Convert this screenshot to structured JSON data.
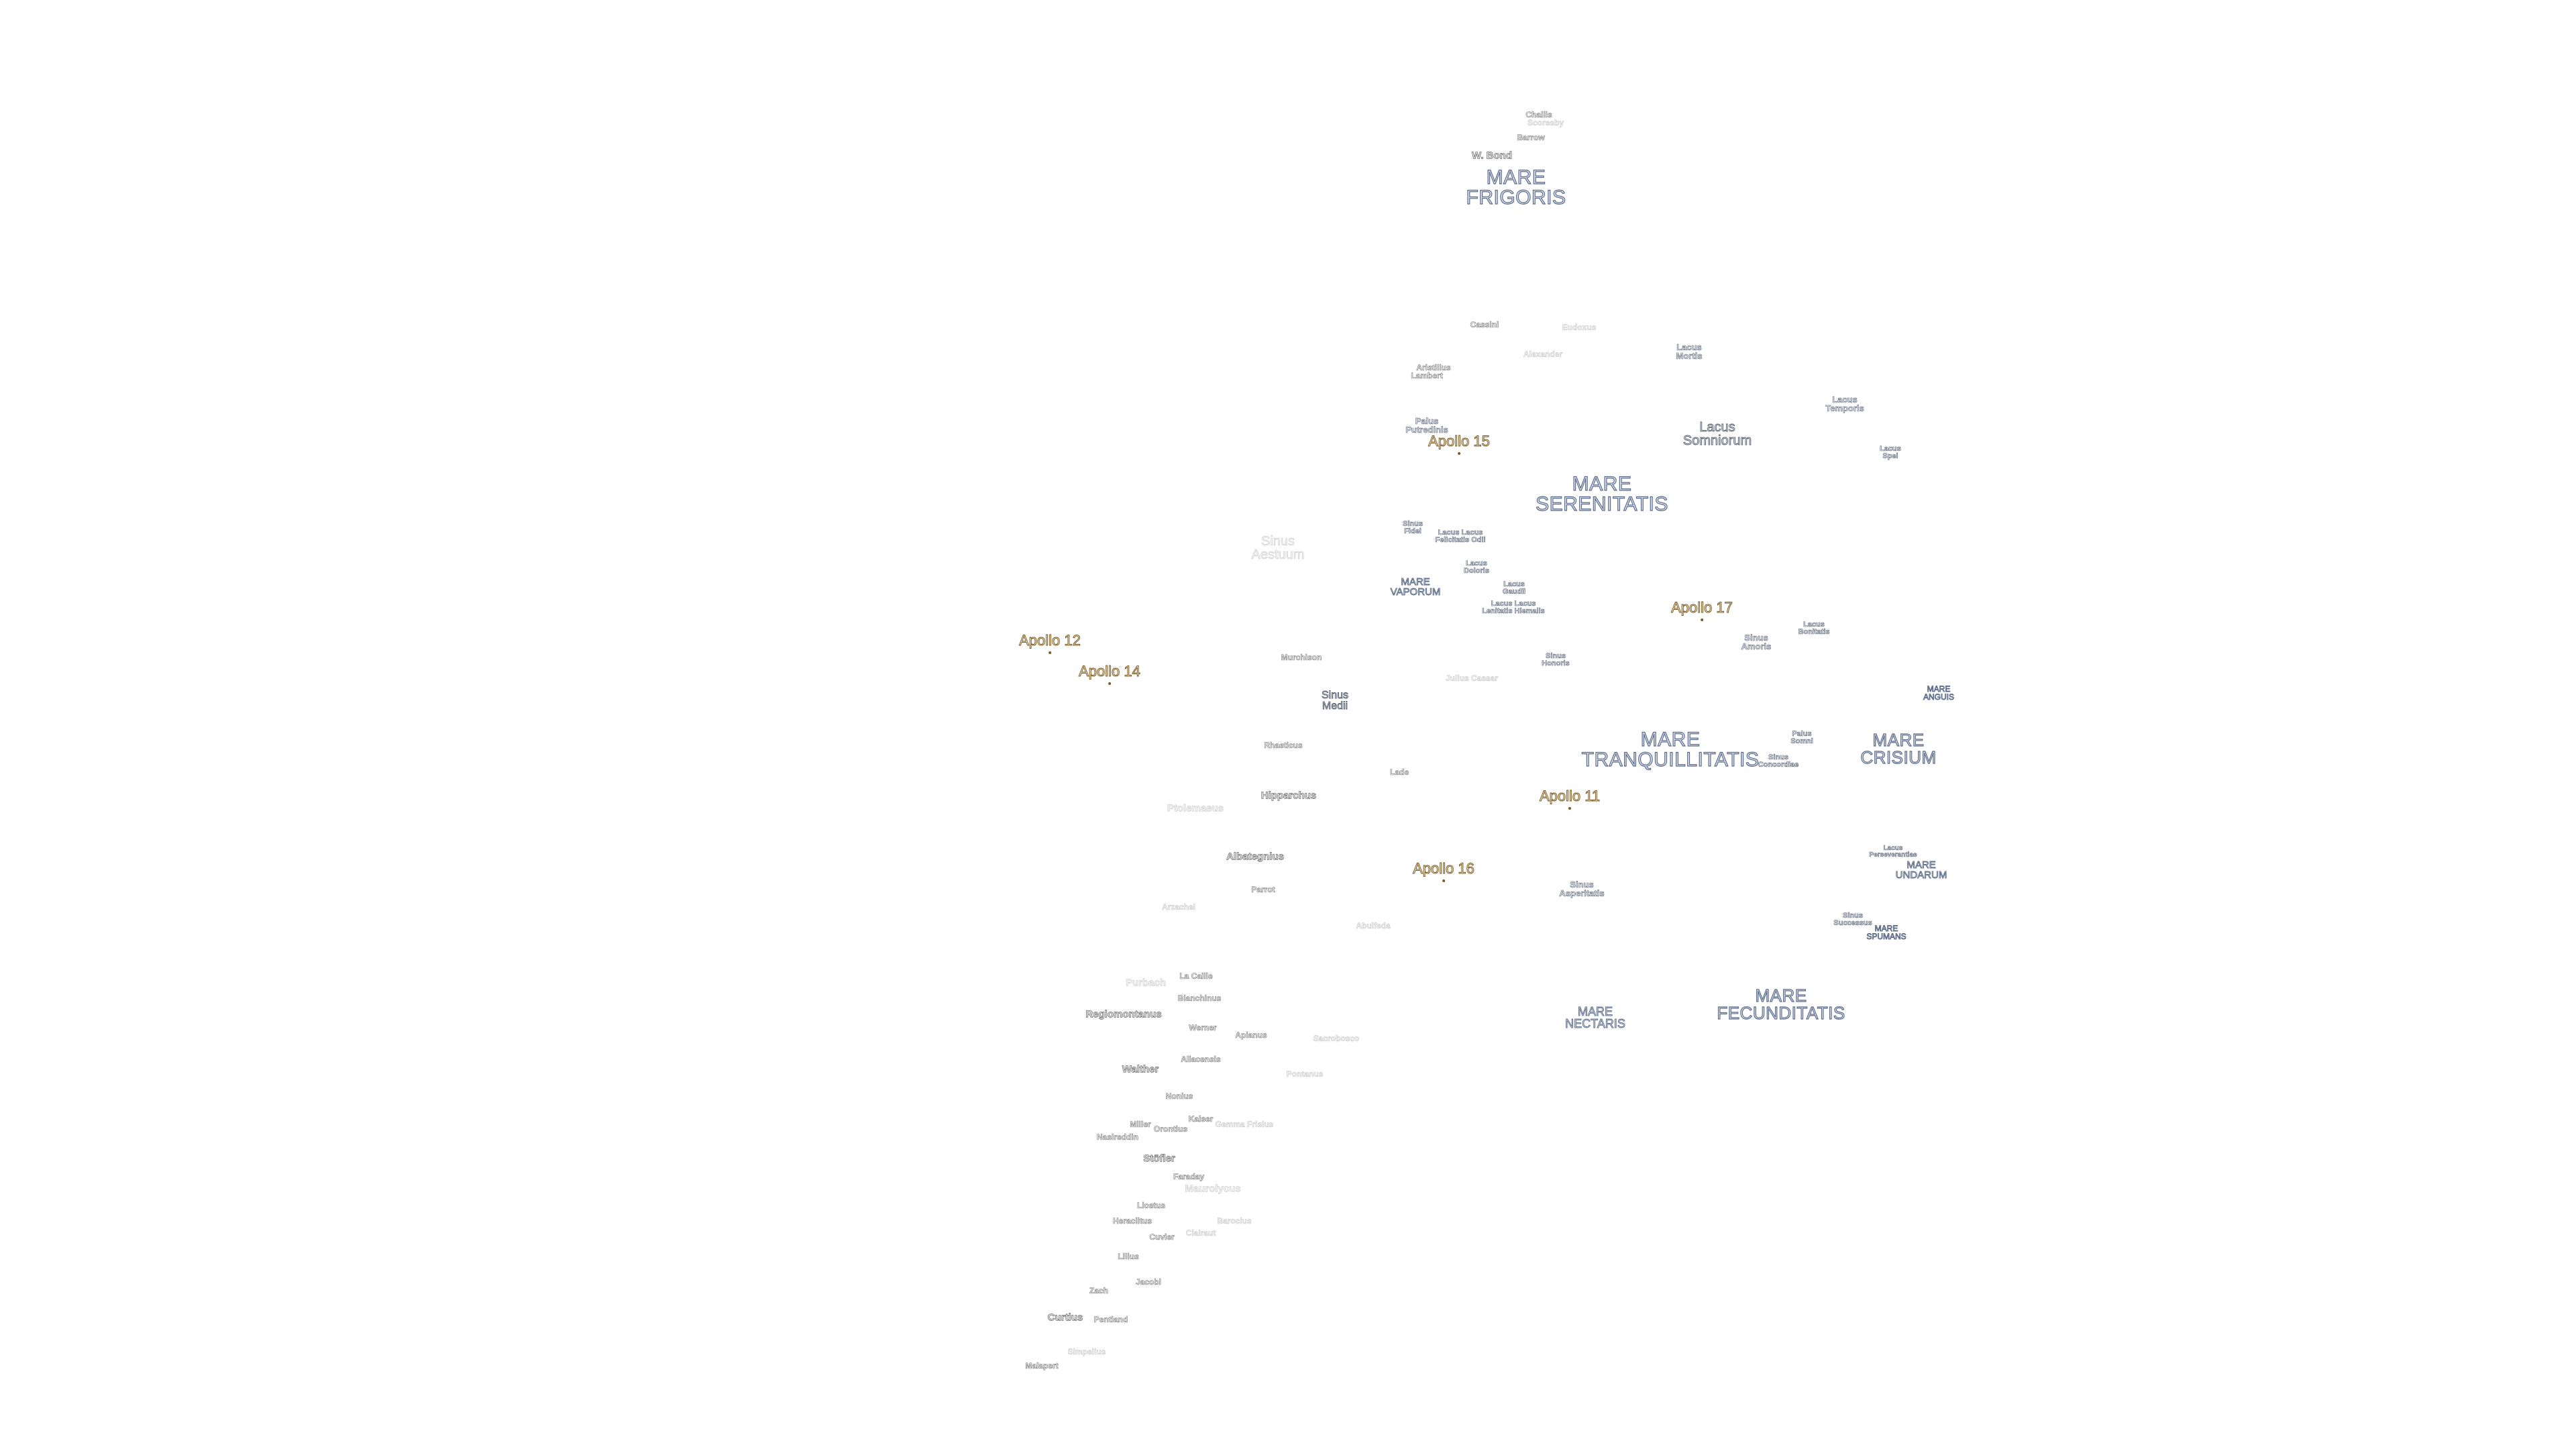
{
  "maria": {
    "frigoris": "MARE\nFRIGORIS",
    "serenitatis": "MARE\nSERENITATIS",
    "vaporum": "MARE\nVAPORUM",
    "tranquillitatis": "MARE\nTRANQUILLITATIS",
    "crisium": "MARE\nCRISIUM",
    "anguis": "MARE\nANGUIS",
    "undarum": "MARE\nUNDARUM",
    "spumans": "MARE\nSPUMANS",
    "nectaris": "MARE\nNECTARIS",
    "fecunditatis": "MARE\nFECUNDITATIS"
  },
  "lakes_bays": {
    "somniorum": "Lacus\nSomniorum",
    "mortis": "Lacus\nMortis",
    "temporis": "Lacus\nTemporis",
    "spei": "Lacus\nSpei",
    "palus_putredinis": "Palus\nPutredinis",
    "sinus_fidei": "Sinus\nFidei",
    "lacus_felicitatis": "Lacus Lacus\nFelicitatis Odii",
    "lacus_doloris": "Lacus\nDoloris",
    "lacus_gaudii": "Lacus\nGaudii",
    "lacus_lenitatis": "Lacus Lacus\nLenitatis Hiemalis",
    "sinus_honoris": "Sinus\nHonoris",
    "sinus_aestuum": "Sinus\nAestuum",
    "sinus_medii": "Sinus\nMedii",
    "sinus_amoris": "Sinus\nAmoris",
    "lacus_bonitatis": "Lacus\nBonitatis",
    "palus_somni": "Palus\nSomni",
    "sinus_concordiae": "Sinus\nConcordiae",
    "sinus_asperitatis": "Sinus\nAsperitatis",
    "lacus_perseverantiae": "Lacus\nPerseverantiae",
    "sinus_successus": "Sinus\nSuccessus"
  },
  "apollo": {
    "a11": "Apollo 11",
    "a12": "Apollo 12",
    "a14": "Apollo 14",
    "a15": "Apollo 15",
    "a16": "Apollo 16",
    "a17": "Apollo 17"
  },
  "craters": {
    "challis": "Challis",
    "scoresby": "Scoresby",
    "barrow": "Barrow",
    "w_bond": "W. Bond",
    "cassini": "Cassini",
    "eudoxus": "Eudoxus",
    "alexander": "Alexander",
    "aristillus": "Aristillus",
    "lambert": "Lambert",
    "murchison": "Murchison",
    "julius_caesar": "Julius Caesar",
    "rhaeticus": "Rhaeticus",
    "lade": "Lade",
    "hipparchus": "Hipparchus",
    "ptolemaeus": "Ptolemaeus",
    "albategnius": "Albategnius",
    "parrot": "Parrot",
    "arzachel": "Arzachel",
    "abulfeda": "Abulfeda",
    "la_caille": "La Caille",
    "purbach": "Purbach",
    "blanchinus": "Blanchinus",
    "regiomontanus": "Regiomontanus",
    "werner": "Werner",
    "apianus": "Apianus",
    "sacrobosco": "Sacrobosco",
    "aliacensis": "Aliacensis",
    "walther": "Walther",
    "pontanus": "Pontanus",
    "nonius": "Nonius",
    "kaiser": "Kaiser",
    "miller": "Miller",
    "gemma_frisius": "Gemma Frisius",
    "nasireddin": "Nasireddin",
    "orontius": "Orontius",
    "stofler": "Stöfler",
    "faraday": "Faraday",
    "maurolycus": "Maurolycus",
    "licetus": "Licetus",
    "heraclitus": "Heraclitus",
    "barocius": "Barocius",
    "cuvier": "Cuvier",
    "clairaut": "Clairaut",
    "lilius": "Lilius",
    "jacobi": "Jacobi",
    "zach": "Zach",
    "curtius": "Curtius",
    "pentland": "Pentland",
    "simpelius": "Simpelius",
    "malapert": "Malapert"
  }
}
